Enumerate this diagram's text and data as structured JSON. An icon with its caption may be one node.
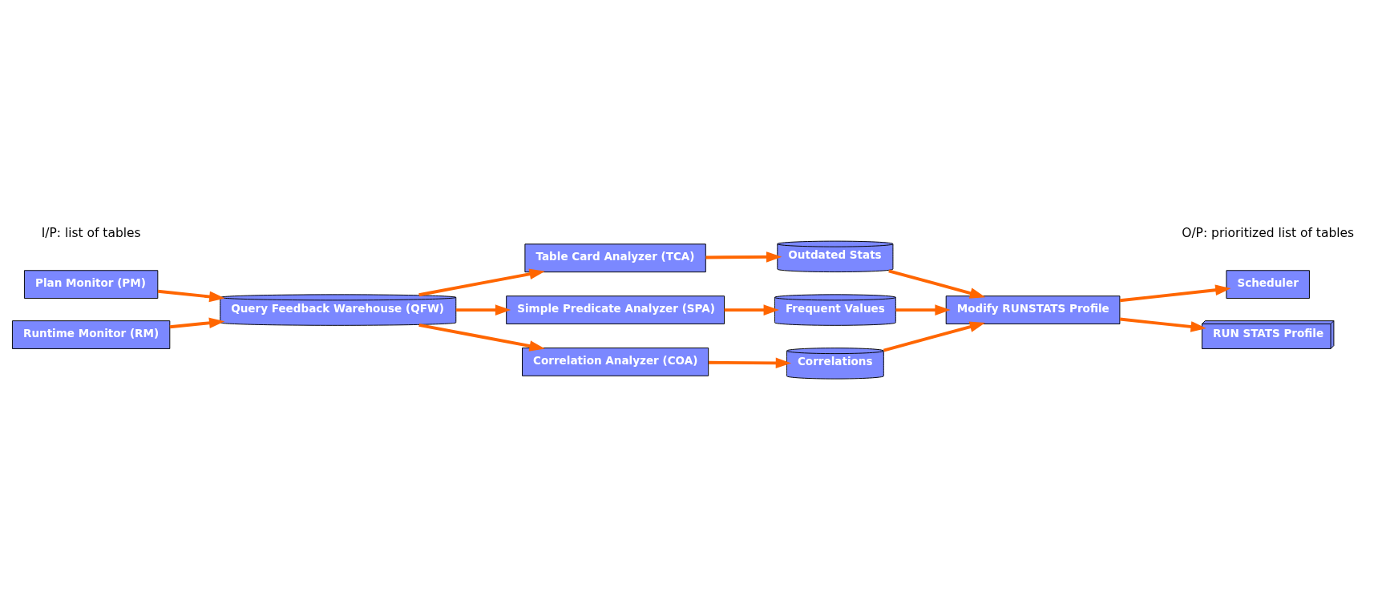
{
  "diagram": {
    "nodes": [
      {
        "text": [
          "Scheduler"
        ]
      },
      {
        "text": [
          "Modify RUNSTATS Profile"
        ]
      },
      {
        "text": [
          "RUN STATS Profile"
        ]
      },
      {
        "text": [
          "Correlations"
        ]
      },
      {
        "text": [
          "Frequent Values"
        ]
      },
      {
        "text": [
          "Outdated Stats"
        ]
      },
      {
        "text": [
          "Table Card Analyzer (TCA)"
        ]
      },
      {
        "text": [
          "Simple Predicate Analyzer (SPA)"
        ]
      },
      {
        "text": [
          "Plan Monitor (PM)"
        ]
      },
      {
        "text": [
          "Query Feedback Warehouse (QFW)"
        ]
      },
      {
        "text": [
          "Correlation Analyzer (COA)"
        ]
      },
      {
        "text": [
          "Runtime Monitor (RM)"
        ]
      }
    ],
    "edges": [
      {
        "from": 1,
        "to": 0,
        "arrow": "to"
      },
      {
        "from": 1,
        "to": 2,
        "arrow": "to"
      },
      {
        "from": 3,
        "to": 1,
        "arrow": "to"
      },
      {
        "from": 4,
        "to": 1,
        "arrow": "to"
      },
      {
        "from": 5,
        "to": 1,
        "arrow": "to"
      },
      {
        "from": 6,
        "to": 5,
        "arrow": "to"
      },
      {
        "from": 9,
        "to": 6,
        "arrow": "to"
      },
      {
        "from": 9,
        "to": 7,
        "arrow": "to"
      },
      {
        "from": 8,
        "to": 9,
        "arrow": "to"
      },
      {
        "from": 11,
        "to": 9,
        "arrow": "to"
      },
      {
        "from": 9,
        "to": 10,
        "arrow": "to"
      },
      {
        "from": 7,
        "to": 4,
        "arrow": "to"
      },
      {
        "from": 10,
        "to": 3,
        "arrow": "to"
      }
    ],
    "labels": [
      "O/P: prioritized list of tables",
      "I/P: list of tables"
    ]
  }
}
